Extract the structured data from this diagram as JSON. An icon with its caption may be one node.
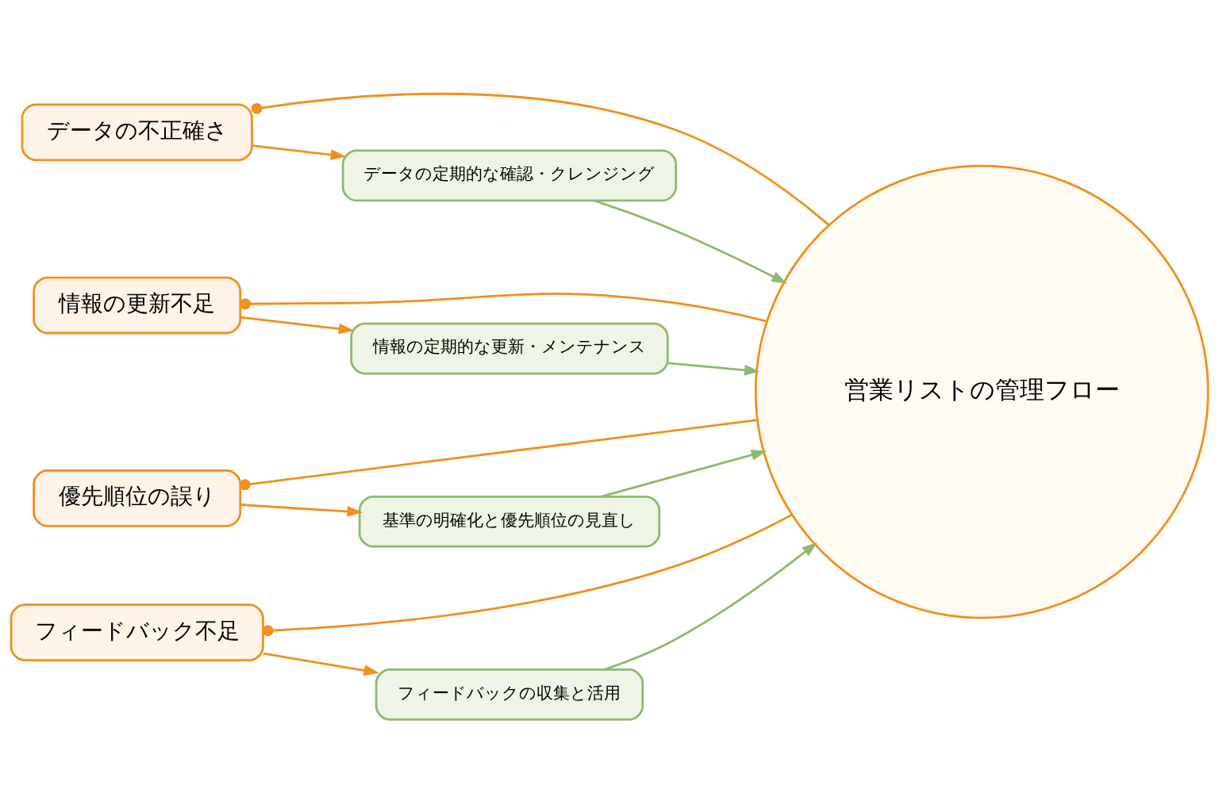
{
  "diagram": {
    "nodes": [
      {
        "text": [
          "営業リストの管理フロー"
        ]
      },
      {
        "text": [
          "データの不正確さ"
        ]
      },
      {
        "text": [
          "データの定期的な確認・クレンジング"
        ]
      },
      {
        "text": [
          "情報の更新不足"
        ]
      },
      {
        "text": [
          "情報の定期的な更新・メンテナンス"
        ]
      },
      {
        "text": [
          "優先順位の誤り"
        ]
      },
      {
        "text": [
          "基準の明確化と優先順位の見直し"
        ]
      },
      {
        "text": [
          "フィードバック不足"
        ]
      },
      {
        "text": [
          "フィードバックの収集と活用"
        ]
      }
    ],
    "edges": [
      {
        "from": 1,
        "to": 0,
        "arrow": "other"
      },
      {
        "from": 3,
        "to": 0,
        "arrow": "other"
      },
      {
        "from": 5,
        "to": 0,
        "arrow": "other"
      },
      {
        "from": 7,
        "to": 0,
        "arrow": "other"
      },
      {
        "from": 1,
        "to": 2,
        "arrow": "to"
      },
      {
        "from": 3,
        "to": 4,
        "arrow": "to"
      },
      {
        "from": 5,
        "to": 6,
        "arrow": "to"
      },
      {
        "from": 7,
        "to": 8,
        "arrow": "to"
      },
      {
        "from": 2,
        "to": 0,
        "arrow": "to",
        "color": "#8fb870"
      },
      {
        "from": 4,
        "to": 0,
        "arrow": "to",
        "color": "#8fb870"
      },
      {
        "from": 6,
        "to": 0,
        "arrow": "to",
        "color": "#8fb870"
      },
      {
        "from": 8,
        "to": 0,
        "arrow": "to",
        "color": "#8fb870"
      }
    ]
  }
}
